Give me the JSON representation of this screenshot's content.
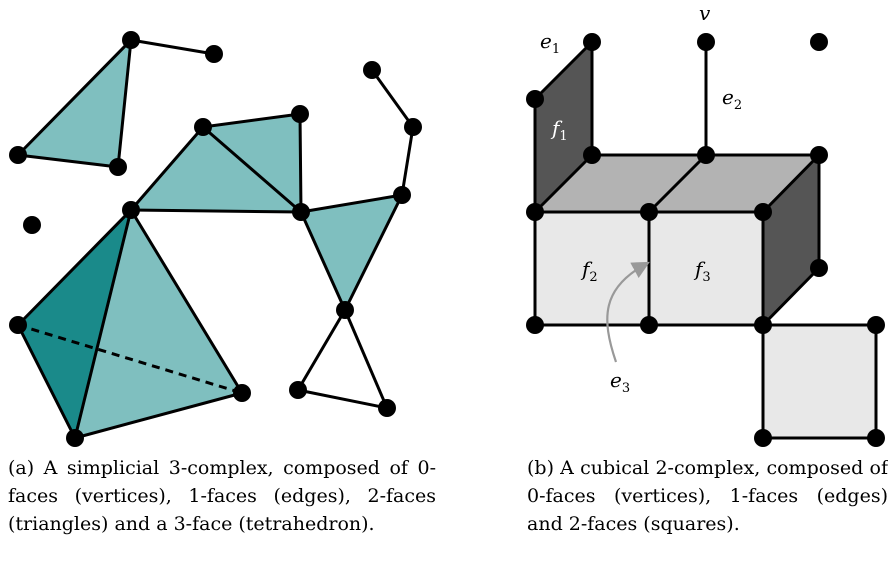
{
  "colors": {
    "simplex_fill": "#7fbfbf",
    "tetra_dark_face": "#1a8a8a",
    "square_light": "#e8e8e8",
    "square_mid": "#b3b3b3",
    "square_dark": "#555555",
    "annotation_arrow": "#999999"
  },
  "panel_a": {
    "caption": "(a) A simplicial 3-complex, composed of 0-faces (vertices), 1-faces (edges), 2-faces (triangles) and a 3-face (tetrahedron)."
  },
  "panel_b": {
    "caption": "(b) A cubical 2-complex, composed of 0-faces (vertices), 1-faces (edges) and 2-faces (squares).",
    "labels": {
      "e1": {
        "base": "e",
        "sub": "1"
      },
      "e2": {
        "base": "e",
        "sub": "2"
      },
      "e3": {
        "base": "e",
        "sub": "3"
      },
      "f1": {
        "base": "f",
        "sub": "1"
      },
      "f2": {
        "base": "f",
        "sub": "2"
      },
      "f3": {
        "base": "f",
        "sub": "3"
      },
      "v": {
        "base": "v",
        "sub": ""
      }
    }
  }
}
